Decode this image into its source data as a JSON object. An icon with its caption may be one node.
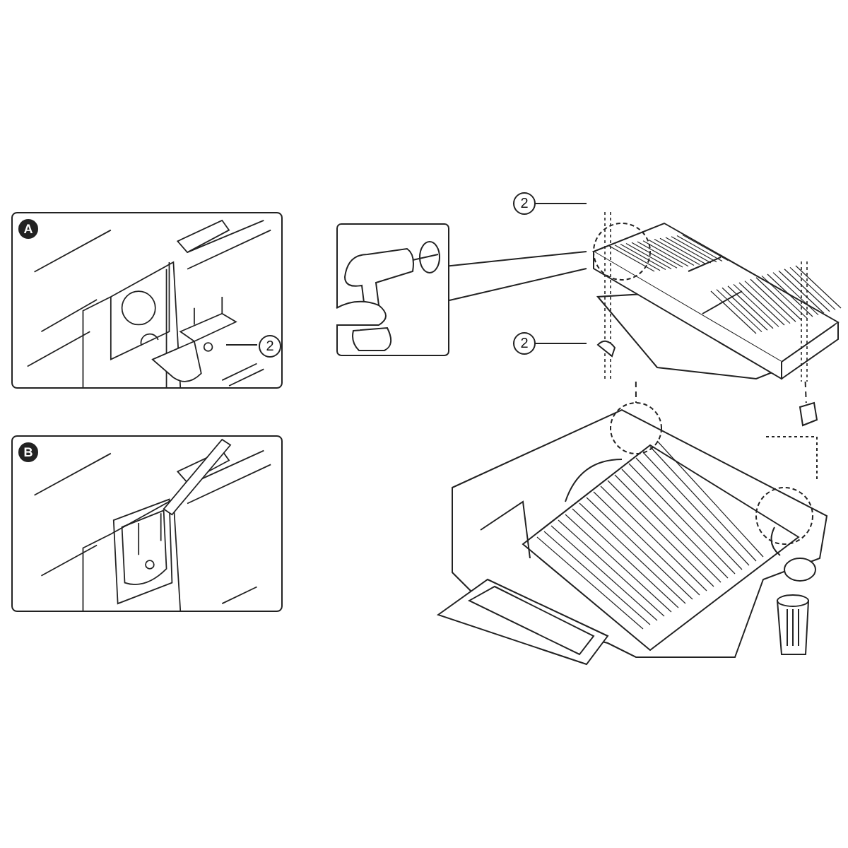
{
  "diagram": {
    "nodes": [
      {
        "text": [
          "A"
        ]
      },
      {
        "text": [
          "B"
        ]
      },
      {
        "text": [
          "2"
        ],
        "in": 0
      },
      {
        "text": [
          "2"
        ]
      },
      {
        "text": [
          "2"
        ]
      },
      {
        "text": [],
        "shape": "picture"
      },
      {
        "text": [],
        "shape": "picture"
      },
      {
        "text": [],
        "shape": "picture"
      }
    ],
    "edges": [
      {
        "from": 2,
        "to": null,
        "arrow": "none"
      },
      {
        "from": 3,
        "to": 6,
        "arrow": "none"
      },
      {
        "from": 4,
        "to": 6,
        "arrow": "none"
      },
      {
        "from": 6,
        "to": 5,
        "arrow": "none"
      },
      {
        "from": 6,
        "to": 5,
        "arrow": "none"
      },
      {
        "from": 6,
        "to": 7,
        "arrow": "none",
        "style": "dashed"
      },
      {
        "from": 6,
        "to": 7,
        "arrow": "none",
        "style": "dashed"
      }
    ]
  }
}
